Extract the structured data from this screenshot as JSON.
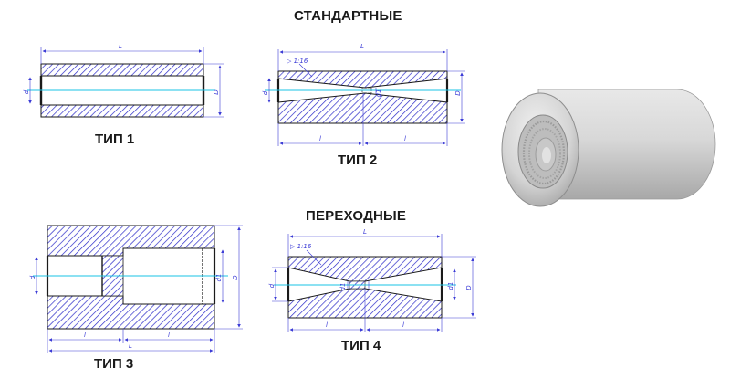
{
  "headings": {
    "standard": "СТАНДАРТНЫЕ",
    "transitional": "ПЕРЕХОДНЫЕ"
  },
  "types": {
    "t1": "ТИП 1",
    "t2": "ТИП 2",
    "t3": "ТИП 3",
    "t4": "ТИП 4"
  },
  "dimensions": {
    "L": "L",
    "l": "l",
    "d": "d",
    "d1": "d1",
    "D": "D",
    "chamfer": "▷ 1:16"
  },
  "colors": {
    "hatch": "#2b2bc8",
    "dimension": "#3b3bd6",
    "axis": "#19c3e6",
    "outline": "#1a1a1a",
    "coupling_body": "#cfcfcf"
  }
}
